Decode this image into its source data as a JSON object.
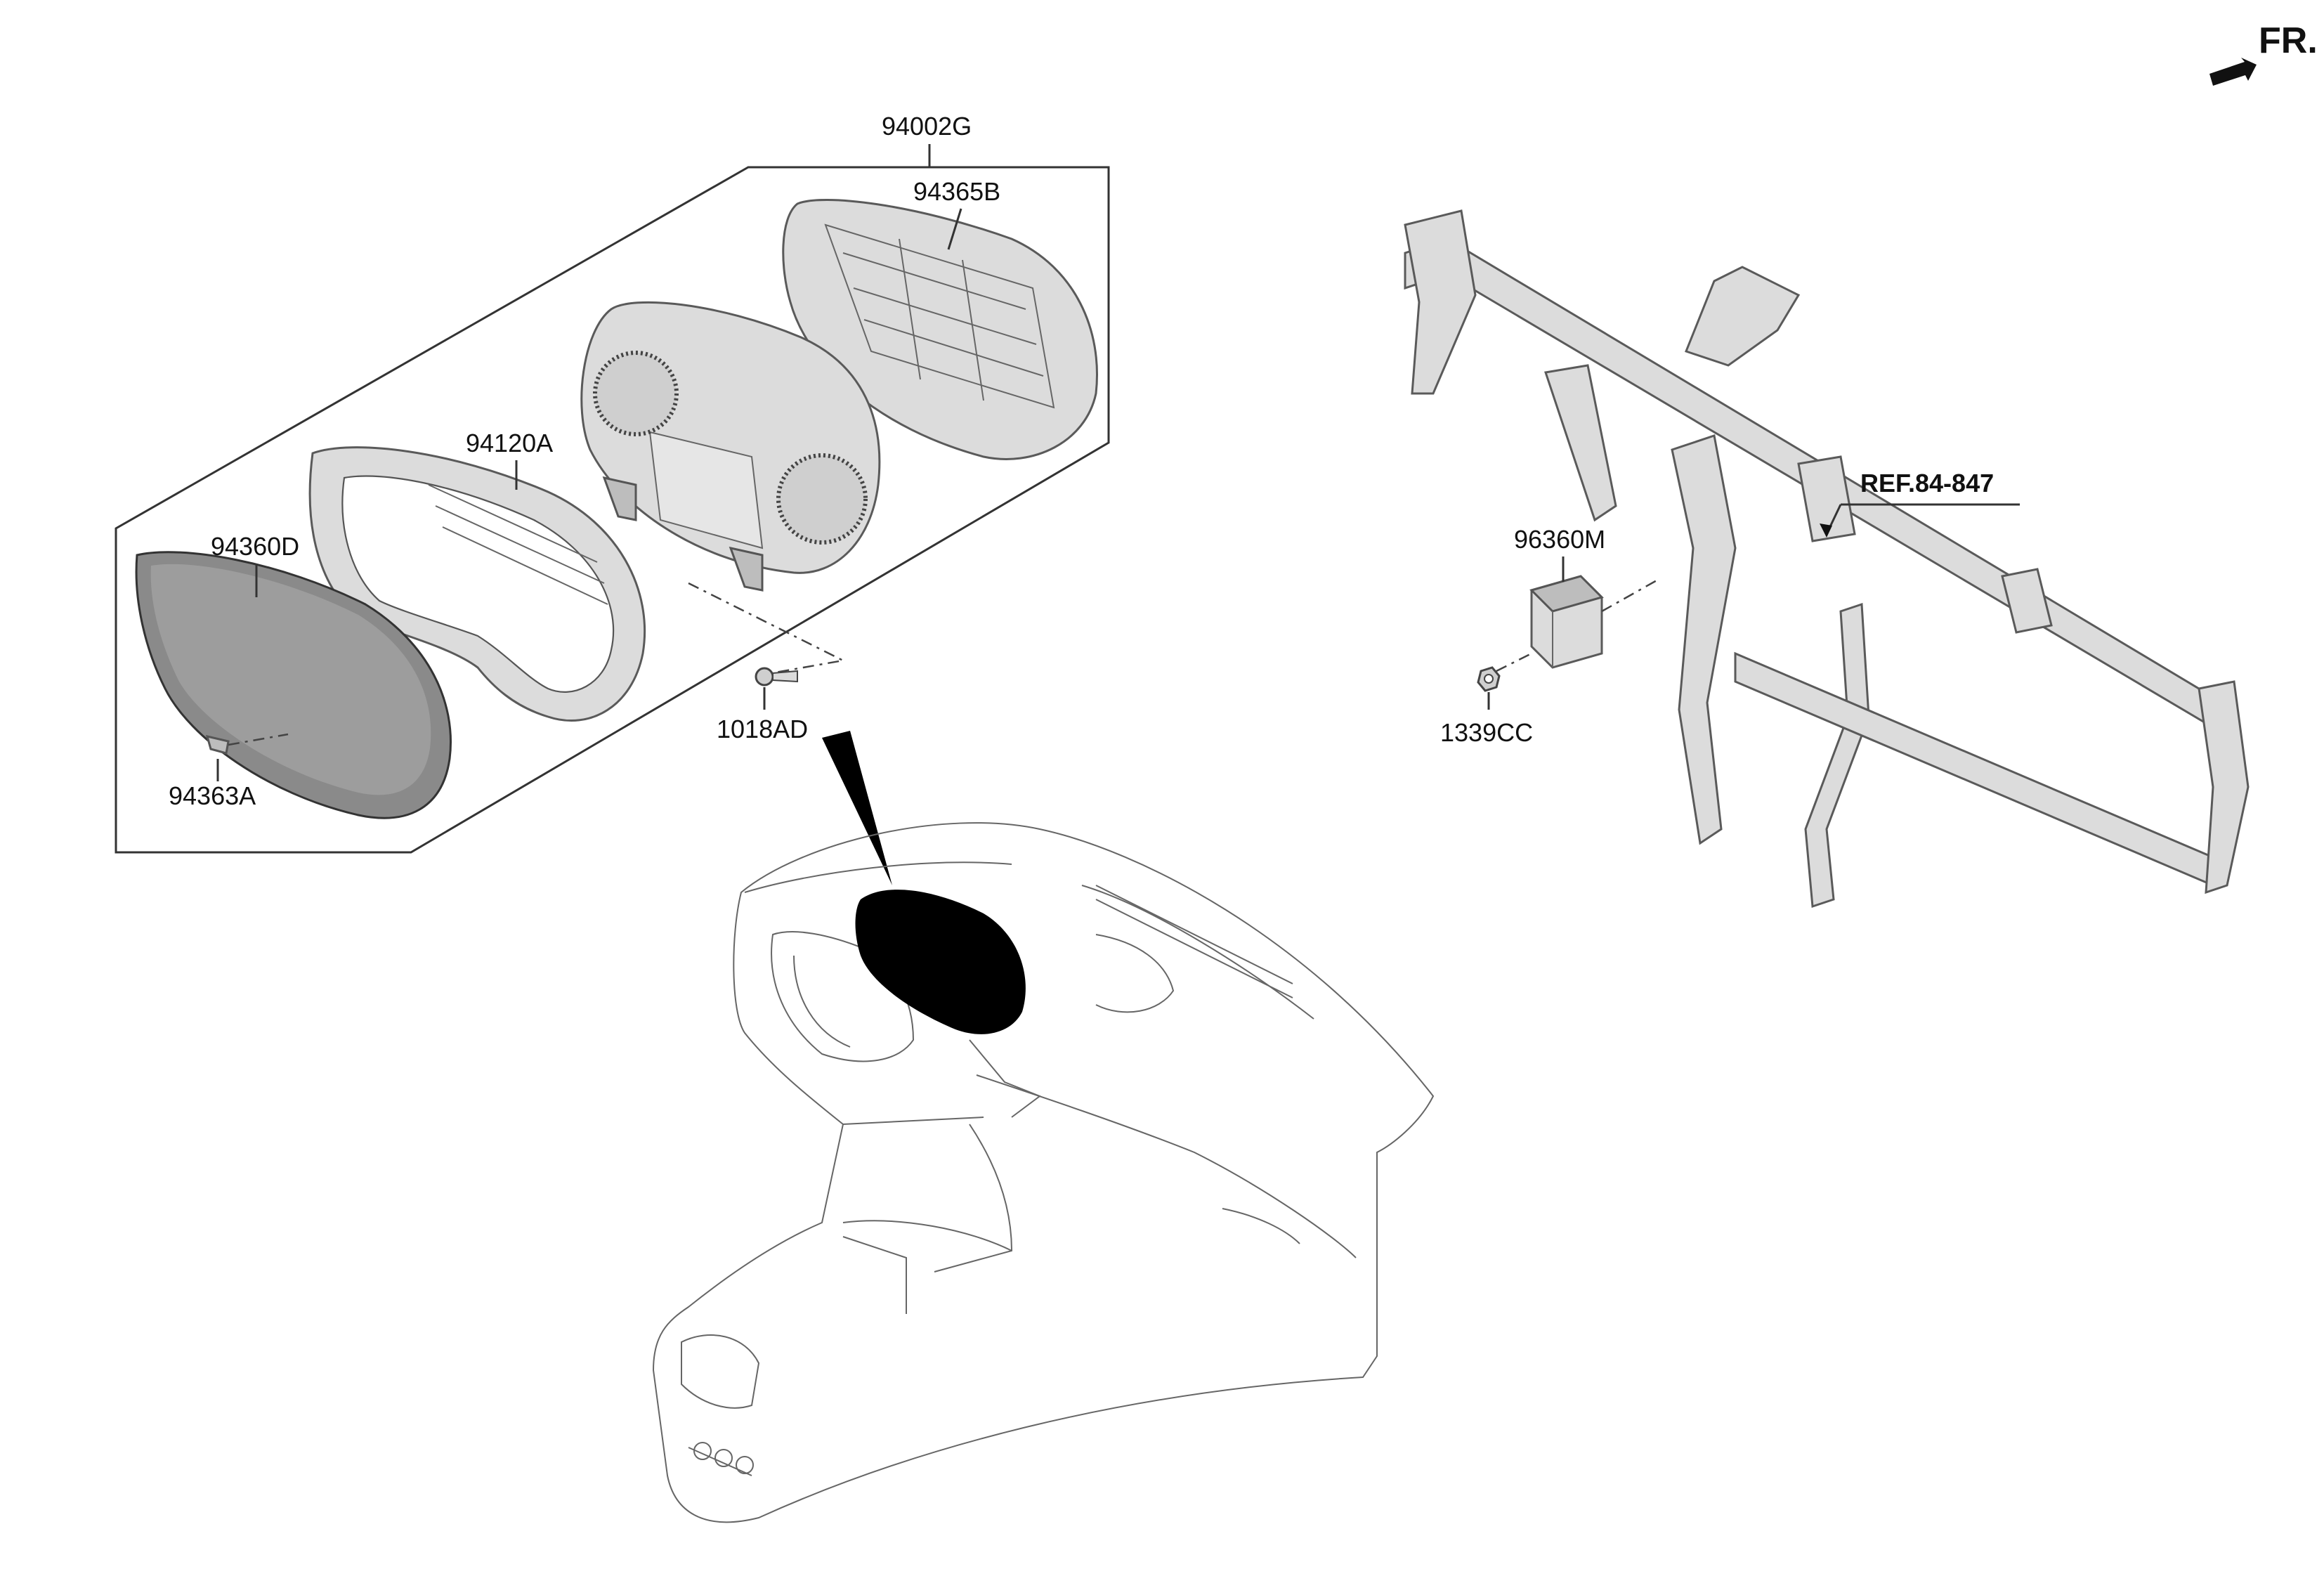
{
  "orientation": {
    "label": "FR."
  },
  "labels": {
    "assembly": "94002G",
    "rear_cover": "94365B",
    "mask": "94120A",
    "window": "94360D",
    "window_clip": "94363A",
    "screw": "1018AD",
    "module": "96360M",
    "nut": "1339CC",
    "reference": "REF.84-847"
  },
  "colors": {
    "line": "#333333",
    "part_fill": "#dcdcdc",
    "highlight": "#000000"
  }
}
